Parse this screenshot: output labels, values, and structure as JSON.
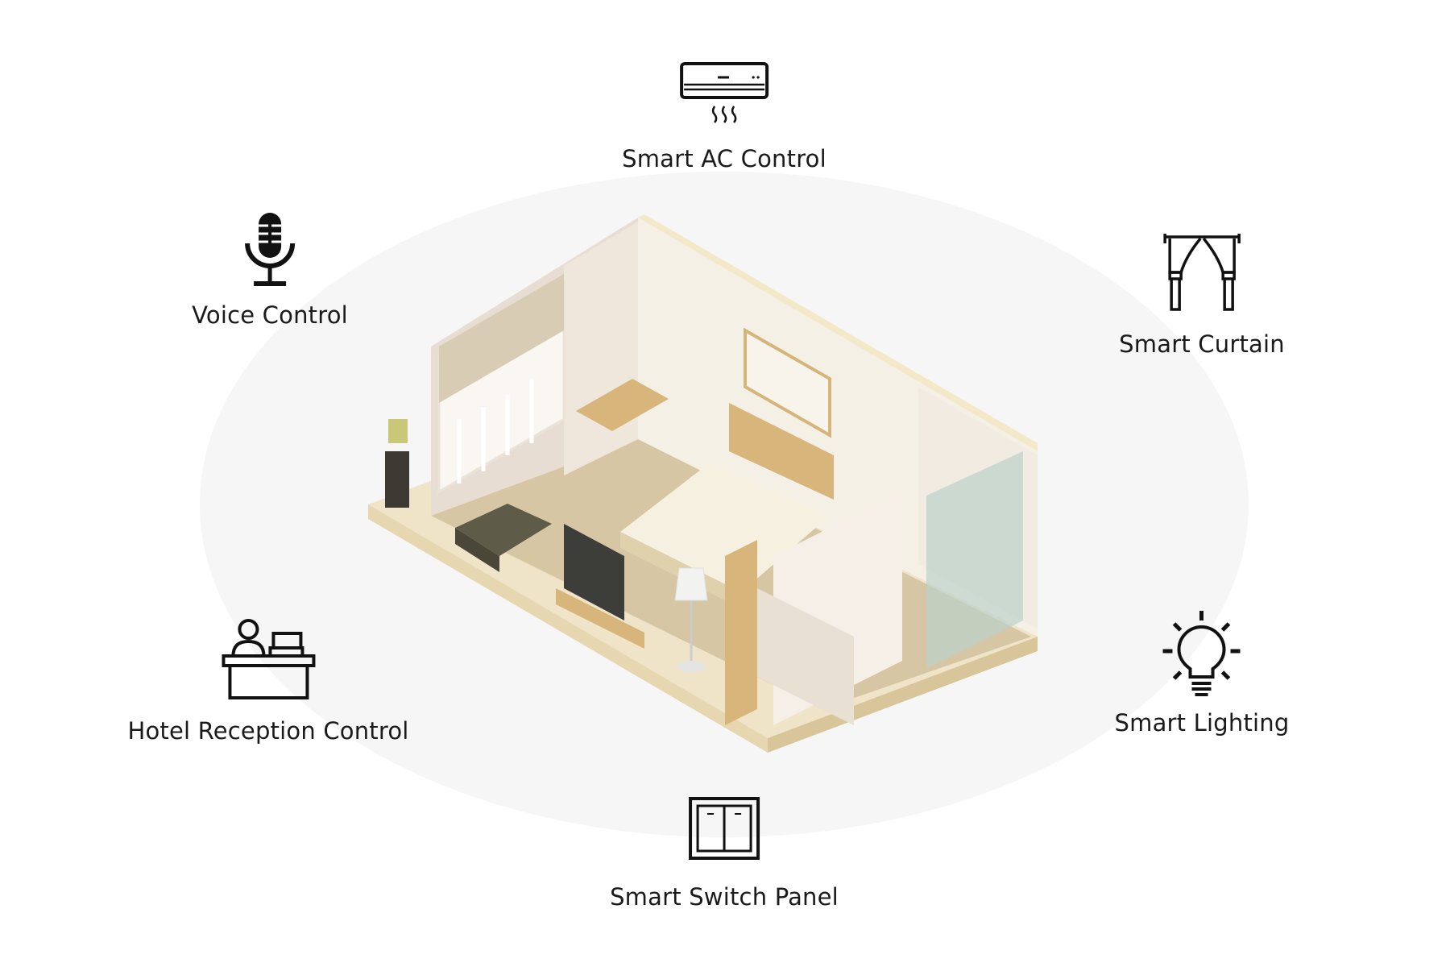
{
  "features": {
    "ac": {
      "label": "Smart AC Control",
      "icon": "air-conditioner-icon"
    },
    "voice": {
      "label": "Voice Control",
      "icon": "microphone-icon"
    },
    "curtain": {
      "label": "Smart Curtain",
      "icon": "curtain-icon"
    },
    "reception": {
      "label": "Hotel Reception Control",
      "icon": "reception-desk-icon"
    },
    "lighting": {
      "label": "Smart Lighting",
      "icon": "light-bulb-icon"
    },
    "switch": {
      "label": "Smart Switch Panel",
      "icon": "switch-panel-icon"
    }
  },
  "colors": {
    "ellipse": "#f6f6f6",
    "wall": "#f3ece2",
    "floor": "#d9c9a8",
    "wood": "#d8b57a",
    "text": "#1a1a1a"
  }
}
